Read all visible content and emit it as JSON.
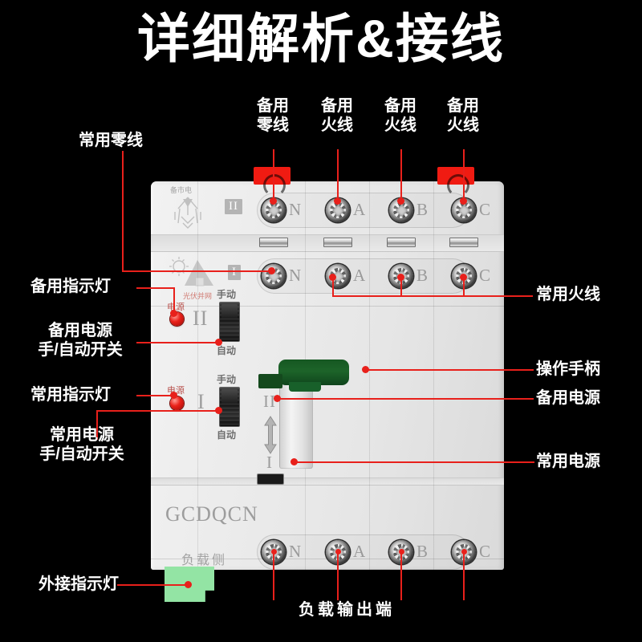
{
  "page": {
    "title": "详细解析&接线",
    "background_color": "#000000",
    "accent_color": "#e8201b"
  },
  "callouts": {
    "top": [
      {
        "id": "spare-neutral",
        "text": "备用\n零线"
      },
      {
        "id": "spare-live-a",
        "text": "备用\n火线"
      },
      {
        "id": "spare-live-b",
        "text": "备用\n火线"
      },
      {
        "id": "spare-live-c",
        "text": "备用\n火线"
      }
    ],
    "left": [
      {
        "id": "normal-neutral",
        "text": "常用零线"
      },
      {
        "id": "spare-indicator-lamp",
        "text": "备用指示灯"
      },
      {
        "id": "spare-power-auto-switch",
        "text": "备用电源\n手/自动开关"
      },
      {
        "id": "normal-indicator-lamp",
        "text": "常用指示灯"
      },
      {
        "id": "normal-power-auto-switch",
        "text": "常用电源\n手/自动开关"
      },
      {
        "id": "external-indicator-lamp",
        "text": "外接指示灯"
      }
    ],
    "right": [
      {
        "id": "normal-live",
        "text": "常用火线"
      },
      {
        "id": "operating-handle",
        "text": "操作手柄"
      },
      {
        "id": "spare-power",
        "text": "备用电源"
      },
      {
        "id": "normal-power",
        "text": "常用电源"
      }
    ],
    "bottom": [
      {
        "id": "load-output",
        "text": "负载输出端"
      }
    ]
  },
  "device": {
    "brand": "GCDQCN",
    "load_side_label": "负载侧",
    "rows": [
      {
        "id": "row-spare-source",
        "roman": "II",
        "icon_caption": "备市电",
        "terminals": [
          "N",
          "A",
          "B",
          "C"
        ]
      },
      {
        "id": "row-normal-source",
        "roman": "I",
        "icon_caption": "光伏并网",
        "terminals": [
          "N",
          "A",
          "B",
          "C"
        ]
      },
      {
        "id": "row-load-output",
        "terminals": [
          "N",
          "A",
          "B",
          "C"
        ]
      }
    ],
    "switches": [
      {
        "id": "switch-spare",
        "roman": "II",
        "power_label": "电源",
        "manual_label": "手动",
        "auto_label": "自动"
      },
      {
        "id": "switch-normal",
        "roman": "I",
        "power_label": "电源",
        "manual_label": "手动",
        "auto_label": "自动"
      }
    ],
    "handle": {
      "id": "operating-handle",
      "position_top": "II",
      "position_bottom": "I",
      "color": "#175c24"
    }
  }
}
